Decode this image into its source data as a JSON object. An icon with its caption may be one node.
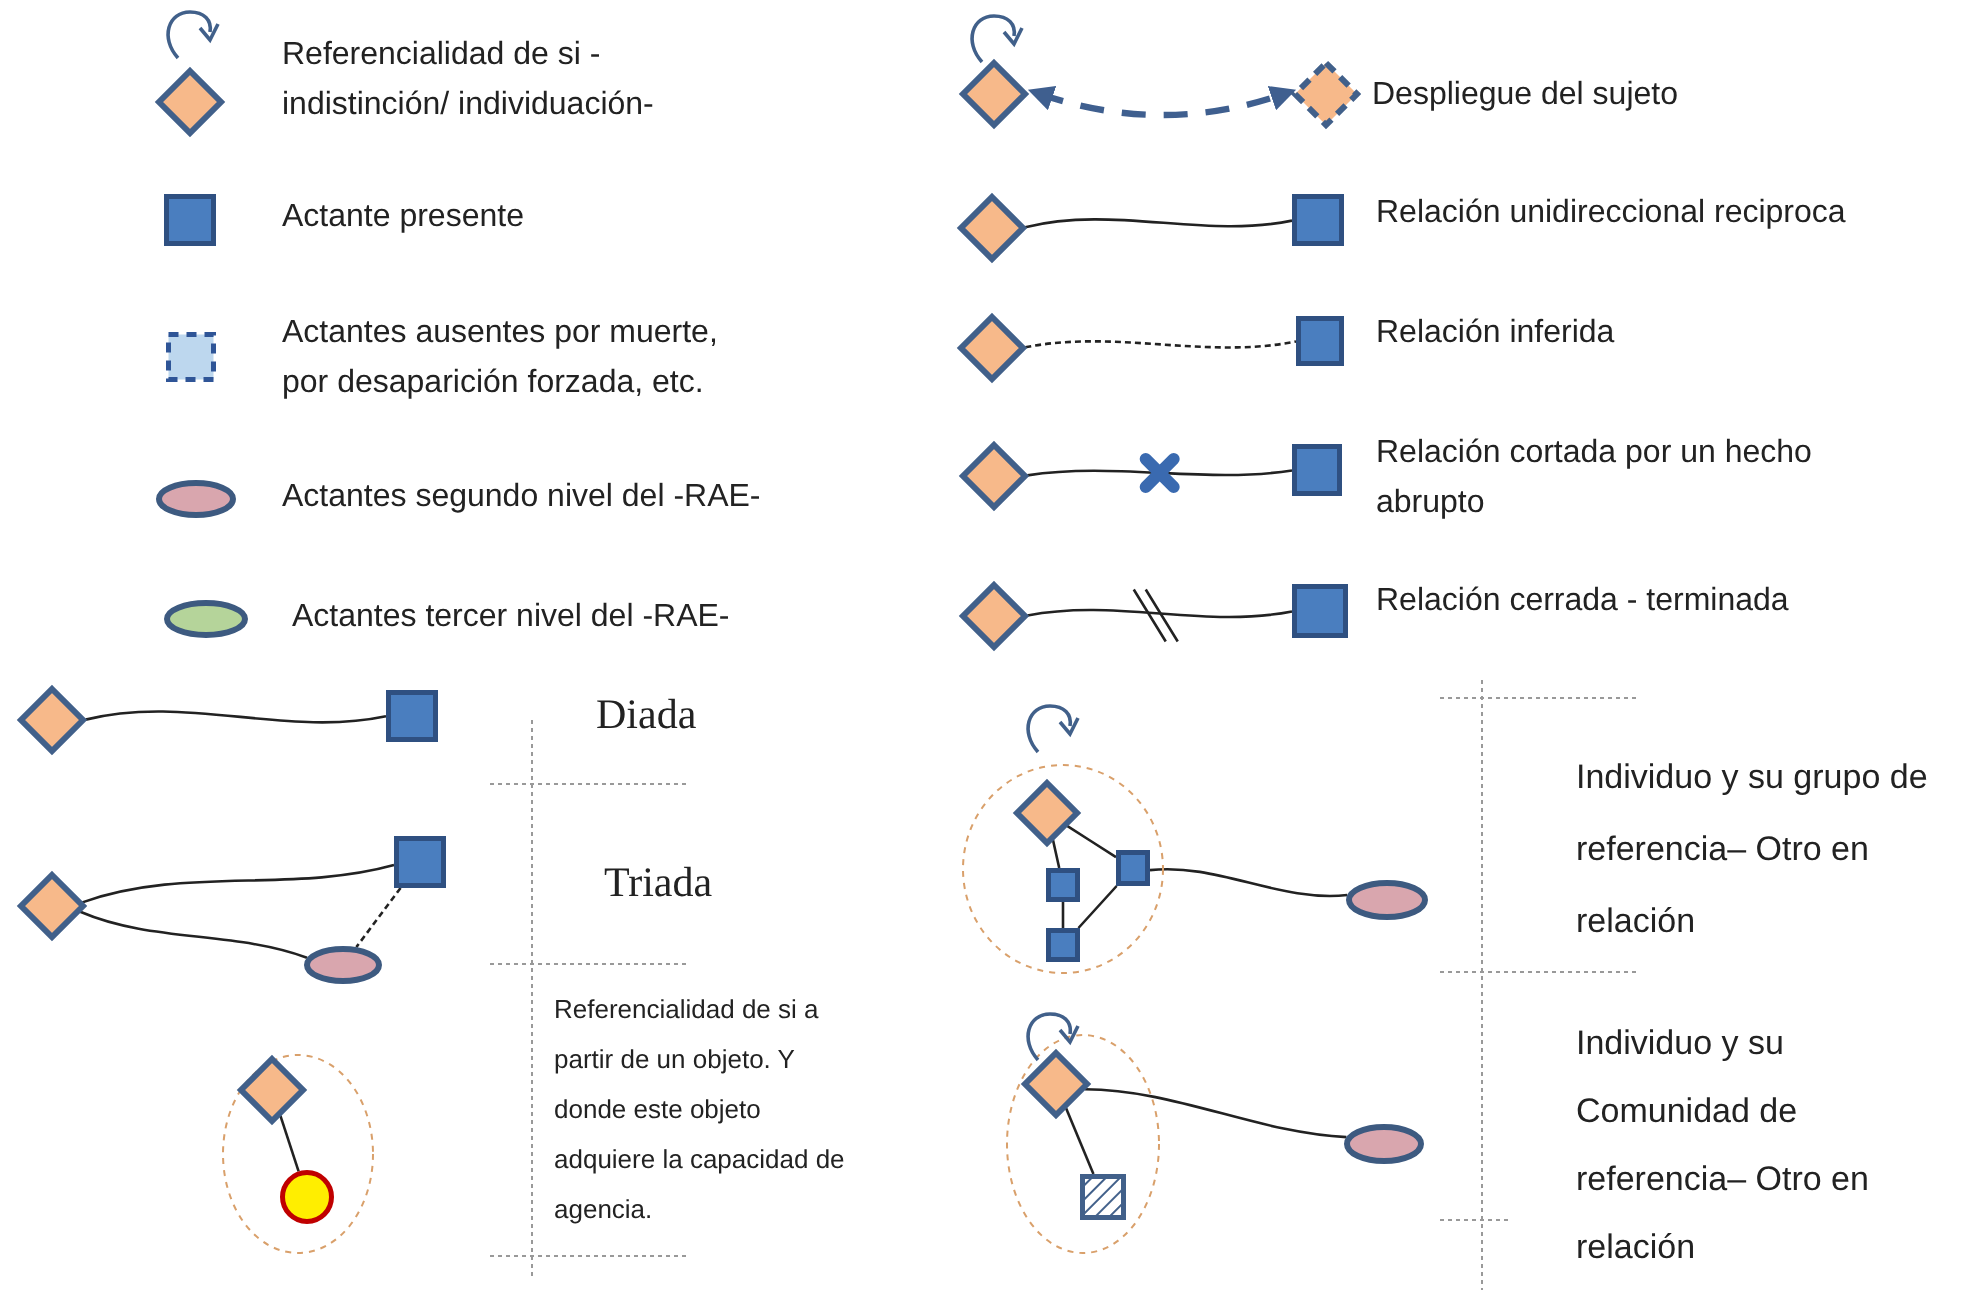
{
  "diagram": {
    "nodes": [
      {
        "text": [],
        "shape": "diamond",
        "beside": [
          "Referencialidad de si - indistinción/ individuación-"
        ]
      },
      {
        "text": [],
        "shape": "box",
        "beside": [
          "Actante presente"
        ]
      },
      {
        "text": [],
        "shape": "box",
        "beside": [
          "Actantes ausentes por muerte, por desaparición forzada, etc."
        ]
      },
      {
        "text": [],
        "shape": "ellipse",
        "beside": [
          "Actantes segundo nivel del -RAE-"
        ]
      },
      {
        "text": [],
        "shape": "ellipse",
        "beside": [
          "Actantes tercer nivel del -RAE-"
        ]
      },
      {
        "text": [],
        "shape": "diamond"
      },
      {
        "text": [],
        "shape": "diamond",
        "beside": [
          "Despliegue del sujeto"
        ]
      },
      {
        "text": [],
        "shape": "diamond"
      },
      {
        "text": [],
        "shape": "box",
        "beside": [
          "Relación unidireccional reciproca"
        ]
      },
      {
        "text": [],
        "shape": "diamond"
      },
      {
        "text": [],
        "shape": "box",
        "beside": [
          "Relación inferida"
        ]
      },
      {
        "text": [],
        "shape": "diamond"
      },
      {
        "text": [],
        "shape": "box",
        "beside": [
          "Relación cortada por un hecho abrupto"
        ]
      },
      {
        "text": [],
        "shape": "diamond"
      },
      {
        "text": [],
        "shape": "box",
        "beside": [
          "Relación cerrada - terminada"
        ]
      },
      {
        "text": [],
        "shape": "diamond"
      },
      {
        "text": [],
        "shape": "box"
      },
      {
        "text": [],
        "shape": "diamond"
      },
      {
        "text": [],
        "shape": "box"
      },
      {
        "text": [],
        "shape": "ellipse"
      },
      {
        "text": [],
        "shape": "ellipse"
      },
      {
        "text": [],
        "shape": "diamond",
        "in": 20
      },
      {
        "text": [],
        "shape": "circle",
        "in": 20
      },
      {
        "text": [],
        "shape": "ellipse"
      },
      {
        "text": [],
        "shape": "diamond",
        "in": 23
      },
      {
        "text": [],
        "shape": "box",
        "in": 23
      },
      {
        "text": [],
        "shape": "box",
        "in": 23
      },
      {
        "text": [],
        "shape": "box",
        "in": 23
      },
      {
        "text": [],
        "shape": "ellipse"
      },
      {
        "text": [],
        "shape": "ellipse"
      },
      {
        "text": [],
        "shape": "diamond",
        "in": 29
      },
      {
        "text": [],
        "shape": "box",
        "in": 29
      },
      {
        "text": [],
        "shape": "ellipse"
      }
    ],
    "edges": [
      {
        "from": 5,
        "to": 6,
        "arrow": "both",
        "style": "dashed",
        "color": "#3f5f8f"
      },
      {
        "from": 7,
        "to": 8,
        "arrow": "none"
      },
      {
        "from": 9,
        "to": 10,
        "arrow": "none",
        "style": "dashed"
      },
      {
        "from": 11,
        "to": 12,
        "arrow": "none"
      },
      {
        "from": 13,
        "to": 14,
        "arrow": "none"
      },
      {
        "from": 15,
        "to": 16,
        "arrow": "none"
      },
      {
        "from": 17,
        "to": 18,
        "arrow": "none"
      },
      {
        "from": 17,
        "to": 19,
        "arrow": "none"
      },
      {
        "from": 18,
        "to": 19,
        "arrow": "none",
        "style": "dashed"
      },
      {
        "from": 21,
        "to": 22,
        "arrow": "none"
      },
      {
        "from": 24,
        "to": 25,
        "arrow": "none"
      },
      {
        "from": 24,
        "to": 26,
        "arrow": "none"
      },
      {
        "from": 26,
        "to": 27,
        "arrow": "none"
      },
      {
        "from": 27,
        "to": 25,
        "arrow": "none"
      },
      {
        "from": 25,
        "to": 28,
        "arrow": "none"
      },
      {
        "from": 30,
        "to": 31,
        "arrow": "none"
      },
      {
        "from": 30,
        "to": 32,
        "arrow": "none"
      }
    ],
    "labels": [
      "Diada",
      "Triada",
      "Referencialidad de si a partir de un objeto. Y donde este objeto adquiere la capacidad de agencia.",
      "Individuo y su grupo de referencia– Otro en relación",
      "Individuo y su Comunidad de referencia– Otro en relación"
    ]
  }
}
